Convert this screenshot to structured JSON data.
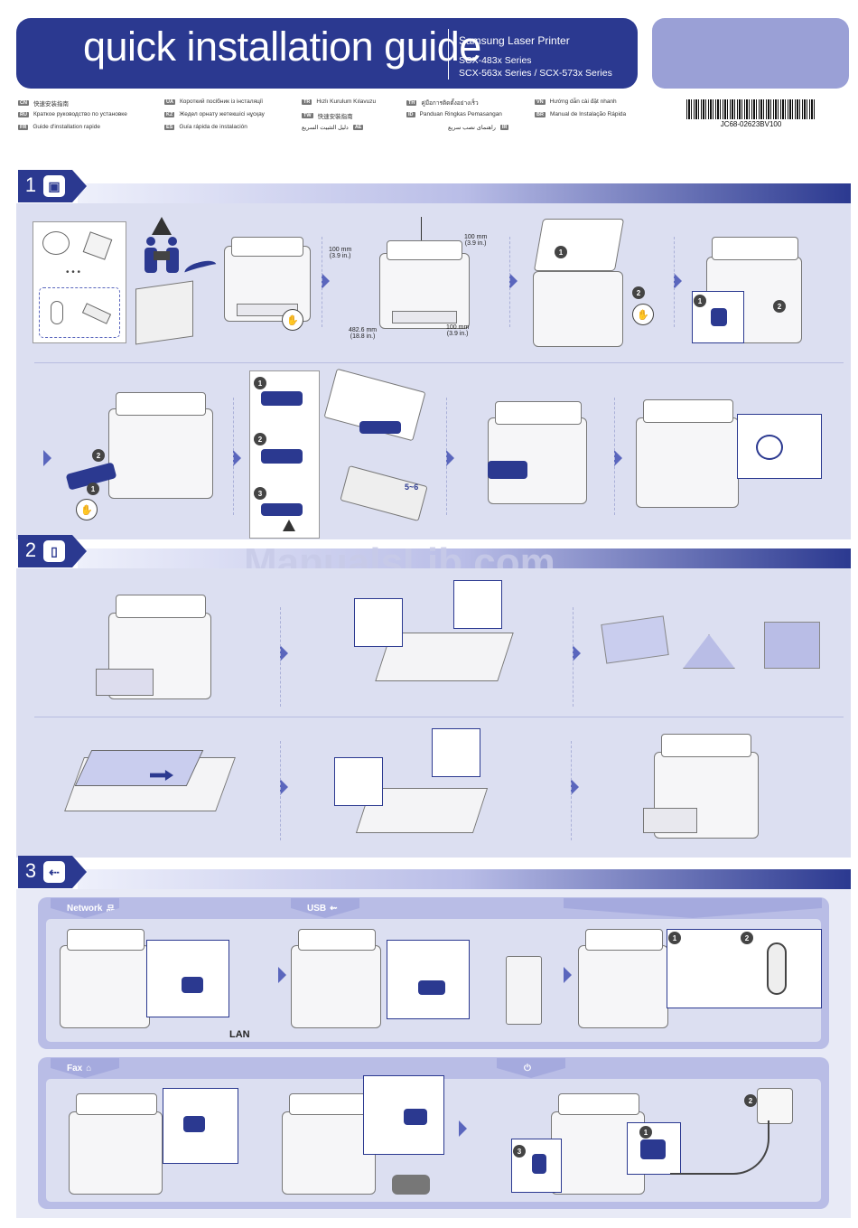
{
  "header": {
    "title": "quick installation guide",
    "brand": "Samsung Laser Printer",
    "series_line1": "SCX-483x Series",
    "series_line2": "SCX-563x Series / SCX-573x Series"
  },
  "languages": [
    {
      "code": "CN",
      "label": "快速安装指南"
    },
    {
      "code": "RU",
      "label": "Краткое руководство по установке"
    },
    {
      "code": "FR",
      "label": "Guide d'installation rapide"
    },
    {
      "code": "UA",
      "label": "Короткий посібник із інсталяції"
    },
    {
      "code": "KZ",
      "label": "Жедел орнату жетекшісі нұсқау"
    },
    {
      "code": "ES",
      "label": "Guía rápida de instalación"
    },
    {
      "code": "TR",
      "label": "Hızlı Kurulum Kılavuzu"
    },
    {
      "code": "TW",
      "label": "快速安裝指南"
    },
    {
      "code": "AE",
      "label": "دليل التثبيت السريع"
    },
    {
      "code": "TH",
      "label": "คู่มือการติดตั้งอย่างเร็ว"
    },
    {
      "code": "ID",
      "label": "Panduan Ringkas Pemasangan"
    },
    {
      "code": "IR",
      "label": "راهنمای نصب سریع"
    },
    {
      "code": "VN",
      "label": "Hướng dẫn cài đặt nhanh"
    },
    {
      "code": "BR",
      "label": "Manual de Instalação Rápida"
    }
  ],
  "barcode": {
    "number": "JC68-02623BV100"
  },
  "sections": [
    {
      "number": "1",
      "icon": "box-icon"
    },
    {
      "number": "2",
      "icon": "paper-icon"
    },
    {
      "number": "3",
      "icon": "cable-icon"
    }
  ],
  "dimensions": {
    "top_left": "100 mm\n(3.9 in.)",
    "top_right": "100 mm\n(3.9 in.)",
    "bottom_left": "482.6 mm\n(18.8 in.)",
    "bottom_right": "100 mm\n(3.9 in.)"
  },
  "toner_shake": "5~6",
  "connections": {
    "network": "Network",
    "usb": "USB",
    "fax": "Fax",
    "lan": "LAN"
  },
  "step_numbers": [
    "1",
    "2",
    "3"
  ],
  "watermark": "ManualsLib.com",
  "colors": {
    "primary": "#2b3990",
    "light": "#dcdff1",
    "accent": "#9aa0d6"
  }
}
